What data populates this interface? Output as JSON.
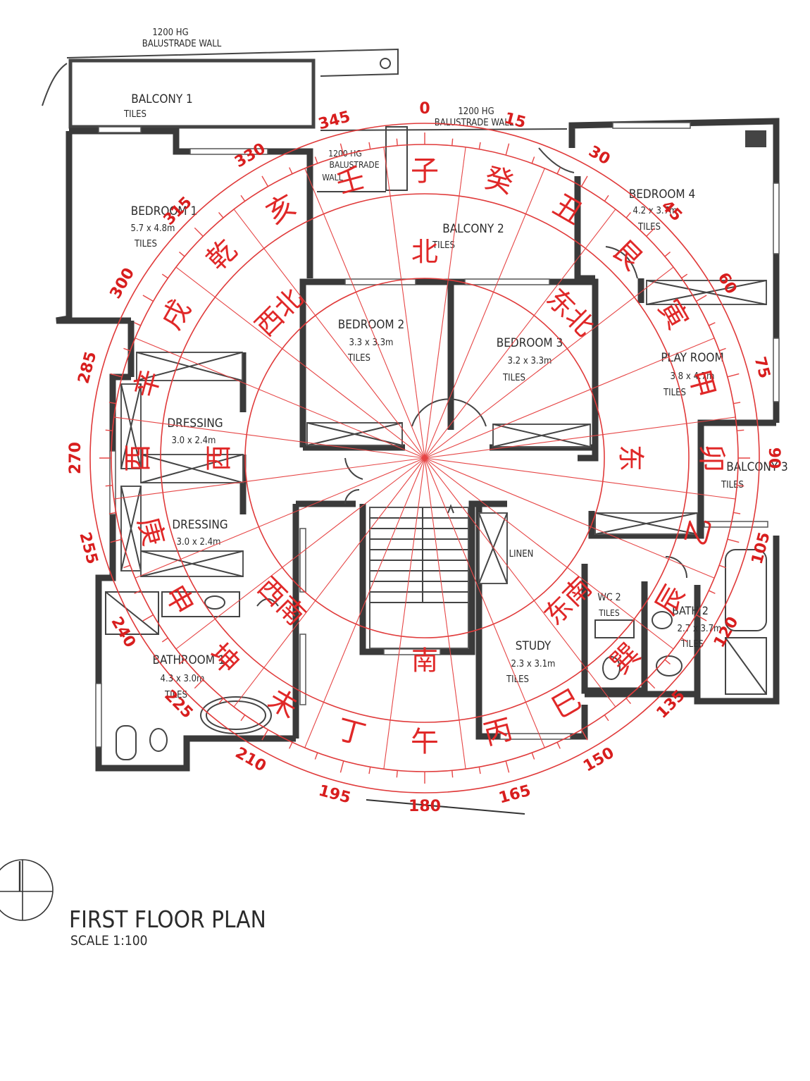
{
  "wall_notes": {
    "top": {
      "line1": "1200 HG",
      "line2": "BALUSTRADE WALL"
    },
    "top_right": {
      "line1": "1200 HG",
      "line2": "BALUSTRADE WALL"
    },
    "inner": {
      "line1": "1200 HG",
      "line2": "BALUSTRADE",
      "line3": "WALL"
    }
  },
  "rooms": {
    "balcony1": {
      "name": "BALCONY 1",
      "finish": "TILES"
    },
    "bedroom1": {
      "name": "BEDROOM 1",
      "size": "5.7 x 4.8m",
      "finish": "TILES"
    },
    "balcony2": {
      "name": "BALCONY 2",
      "finish": "TILES"
    },
    "bedroom4": {
      "name": "BEDROOM 4",
      "size": "4.2 x 3.7m",
      "finish": "TILES"
    },
    "bedroom2": {
      "name": "BEDROOM 2",
      "size": "3.3 x 3.3m",
      "finish": "TILES"
    },
    "bedroom3": {
      "name": "BEDROOM 3",
      "size": "3.2 x 3.3m",
      "finish": "TILES"
    },
    "playroom": {
      "name": "PLAY ROOM",
      "size": "3.8 x 4.7m",
      "finish": "TILES"
    },
    "dressing_a": {
      "name": "DRESSING",
      "size": "3.0 x 2.4m"
    },
    "dressing_b": {
      "name": "DRESSING",
      "size": "3.0 x 2.4m"
    },
    "balcony3": {
      "name": "BALCONY 3",
      "finish": "TILES"
    },
    "linen": {
      "name": "LINEN"
    },
    "wc2": {
      "name": "WC 2",
      "finish": "TILES"
    },
    "bath2": {
      "name": "BATH 2",
      "size": "2.7 x 3.7m",
      "finish": "TILES"
    },
    "study": {
      "name": "STUDY",
      "size": "2.3 x 3.1m",
      "finish": "TILES"
    },
    "bathroom1": {
      "name": "BATHROOM 1",
      "size": "4.3 x 3.0m",
      "finish": "TILES"
    }
  },
  "footer": {
    "title": "FIRST FLOOR PLAN",
    "scale": "SCALE 1:100"
  },
  "compass": {
    "degrees": [
      "0",
      "15",
      "30",
      "45",
      "60",
      "75",
      "90",
      "105",
      "120",
      "135",
      "150",
      "165",
      "180",
      "195",
      "210",
      "225",
      "240",
      "255",
      "270",
      "285",
      "300",
      "315",
      "330",
      "345"
    ],
    "directions": {
      "north": "北",
      "northeast": "东北",
      "east": "东",
      "southeast": "东南",
      "south": "南",
      "southwest": "西南",
      "west": "西",
      "northwest": "西北"
    },
    "mountains": [
      "壬",
      "子",
      "癸",
      "丑",
      "艮",
      "寅",
      "甲",
      "卯",
      "乙",
      "辰",
      "巽",
      "巳",
      "丙",
      "午",
      "丁",
      "未",
      "坤",
      "申",
      "庚",
      "酉",
      "辛",
      "戌",
      "乾",
      "亥"
    ],
    "color": "#e02828"
  }
}
